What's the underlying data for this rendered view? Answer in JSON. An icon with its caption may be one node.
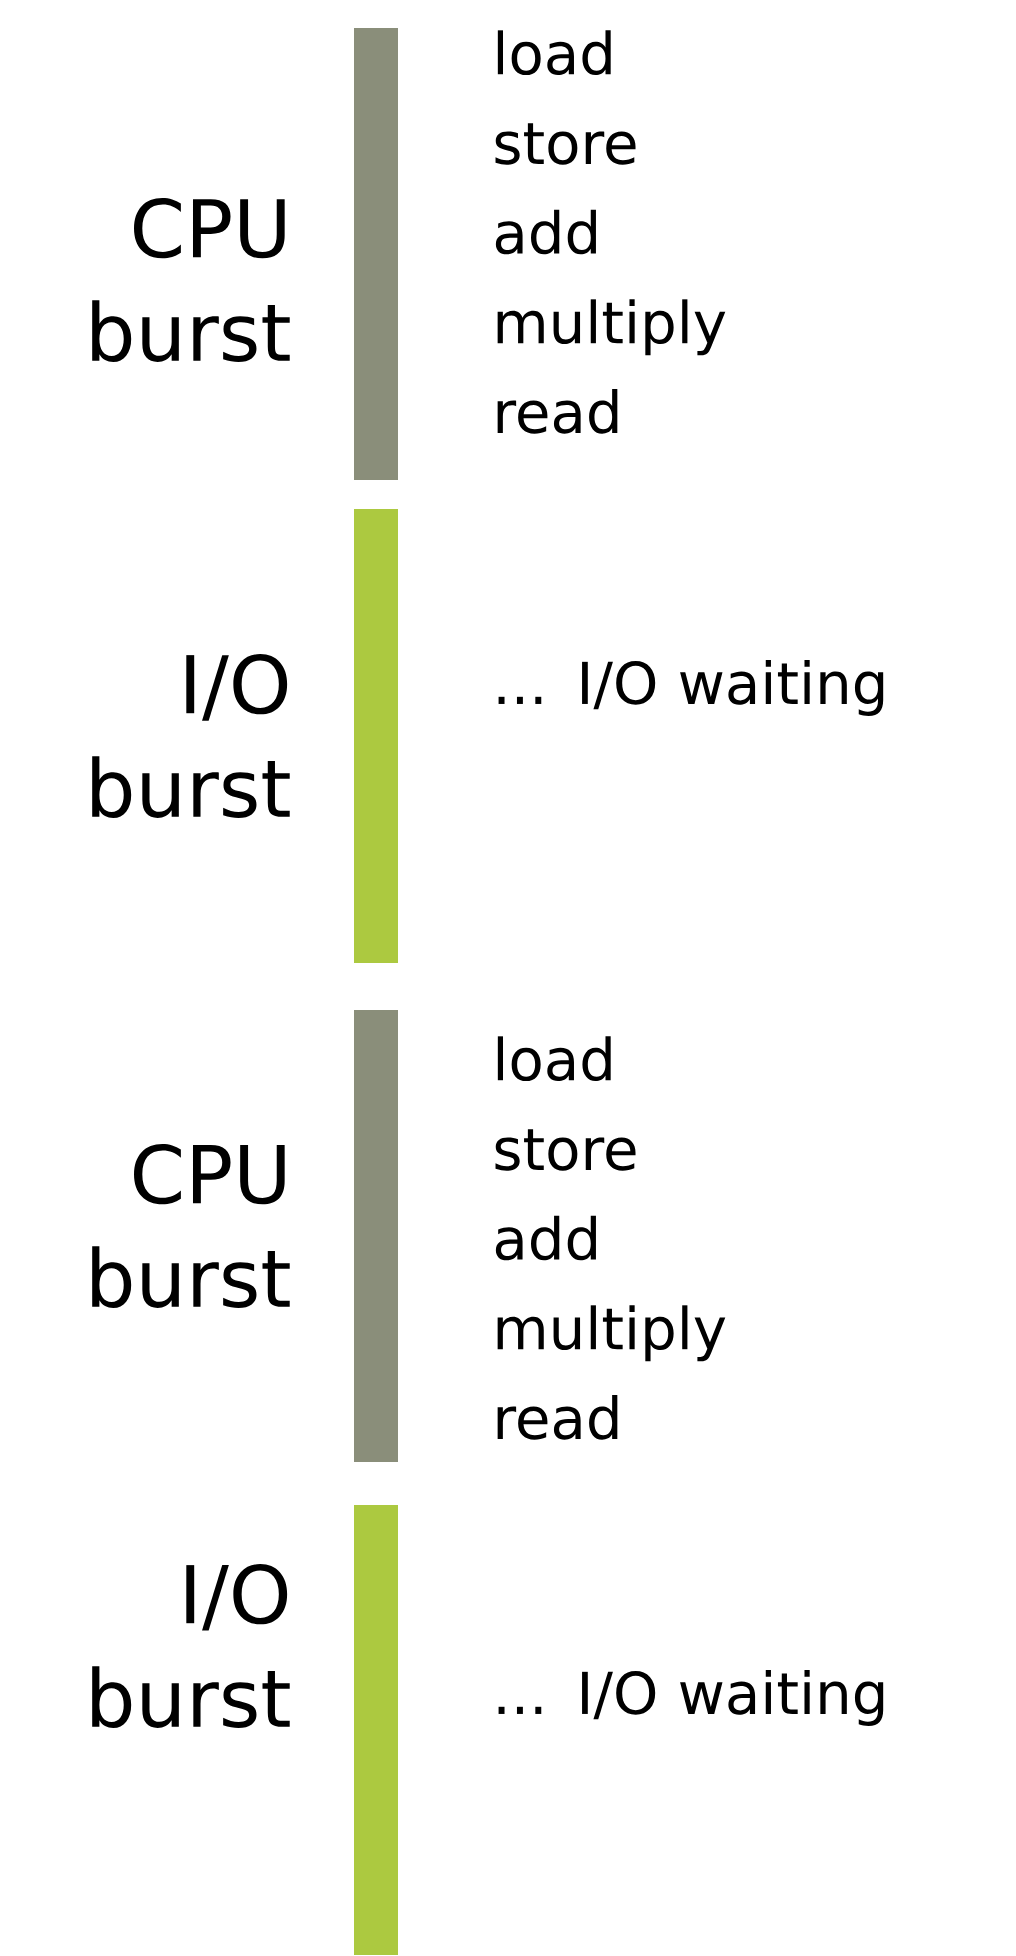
{
  "diagram": {
    "nodes": [
      {
        "text": [],
        "shape": "bar",
        "beside": [
          "CPU burst",
          "load store add multiply read"
        ]
      },
      {
        "text": [],
        "shape": "bar",
        "beside": [
          "I/O burst",
          "... I/O waiting"
        ]
      },
      {
        "text": [],
        "shape": "bar",
        "beside": [
          "CPU burst",
          "load store add multiply read"
        ]
      },
      {
        "text": [],
        "shape": "bar",
        "beside": [
          "I/O burst",
          "... I/O waiting"
        ]
      }
    ]
  }
}
